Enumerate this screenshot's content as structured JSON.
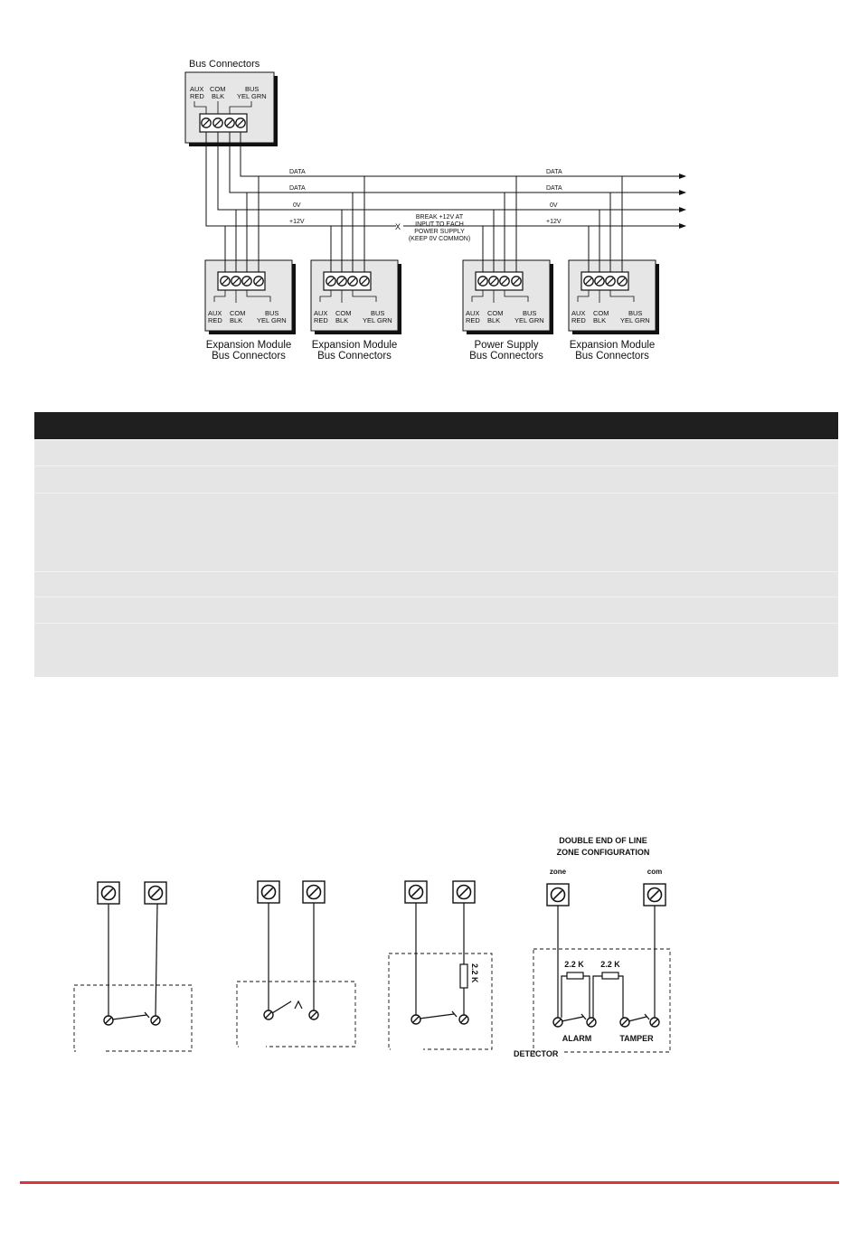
{
  "bus_diagram": {
    "main_box": {
      "title": "Bus Connectors",
      "label_aux_red": [
        "AUX",
        "RED"
      ],
      "label_com_blk": [
        "COM",
        "BLK"
      ],
      "label_bus": [
        "BUS",
        "YEL GRN"
      ]
    },
    "wires": {
      "data1": "DATA",
      "data2": "DATA",
      "zero_v": "0V",
      "twelve_v": "+12V",
      "data1_right": "DATA",
      "data2_right": "DATA",
      "zero_v_right": "0V",
      "twelve_v_right": "+12V"
    },
    "break_note": [
      "BREAK +12V AT",
      "INPUT TO EACH",
      "POWER SUPPLY",
      "(KEEP 0V COMMON)"
    ],
    "break_mark": "X",
    "modules": [
      {
        "line1": "Expansion Module",
        "line2": "Bus Connectors"
      },
      {
        "line1": "Expansion Module",
        "line2": "Bus Connectors"
      },
      {
        "line1": "Power Supply",
        "line2": "Bus Connectors"
      },
      {
        "line1": "Expansion Module",
        "line2": "Bus Connectors"
      }
    ],
    "module_labels": {
      "aux": "AUX",
      "red": "RED",
      "com": "COM",
      "blk": "BLK",
      "bus": "BUS",
      "yelgrn": "YEL GRN"
    }
  },
  "zone_diagram": {
    "title_line1": "DOUBLE END OF LINE",
    "title_line2": "ZONE CONFIGURATION",
    "zone_label": "zone",
    "com_label": "com",
    "resistor_single": "2.2 K",
    "resistor_a": "2.2 K",
    "resistor_b": "2.2 K",
    "alarm": "ALARM",
    "tamper": "TAMPER",
    "detector": "DETECTOR"
  },
  "colors": {
    "table_header": "#1f1f1f",
    "table_row": "#e5e5e5",
    "footer_accent": "#d9343a"
  }
}
